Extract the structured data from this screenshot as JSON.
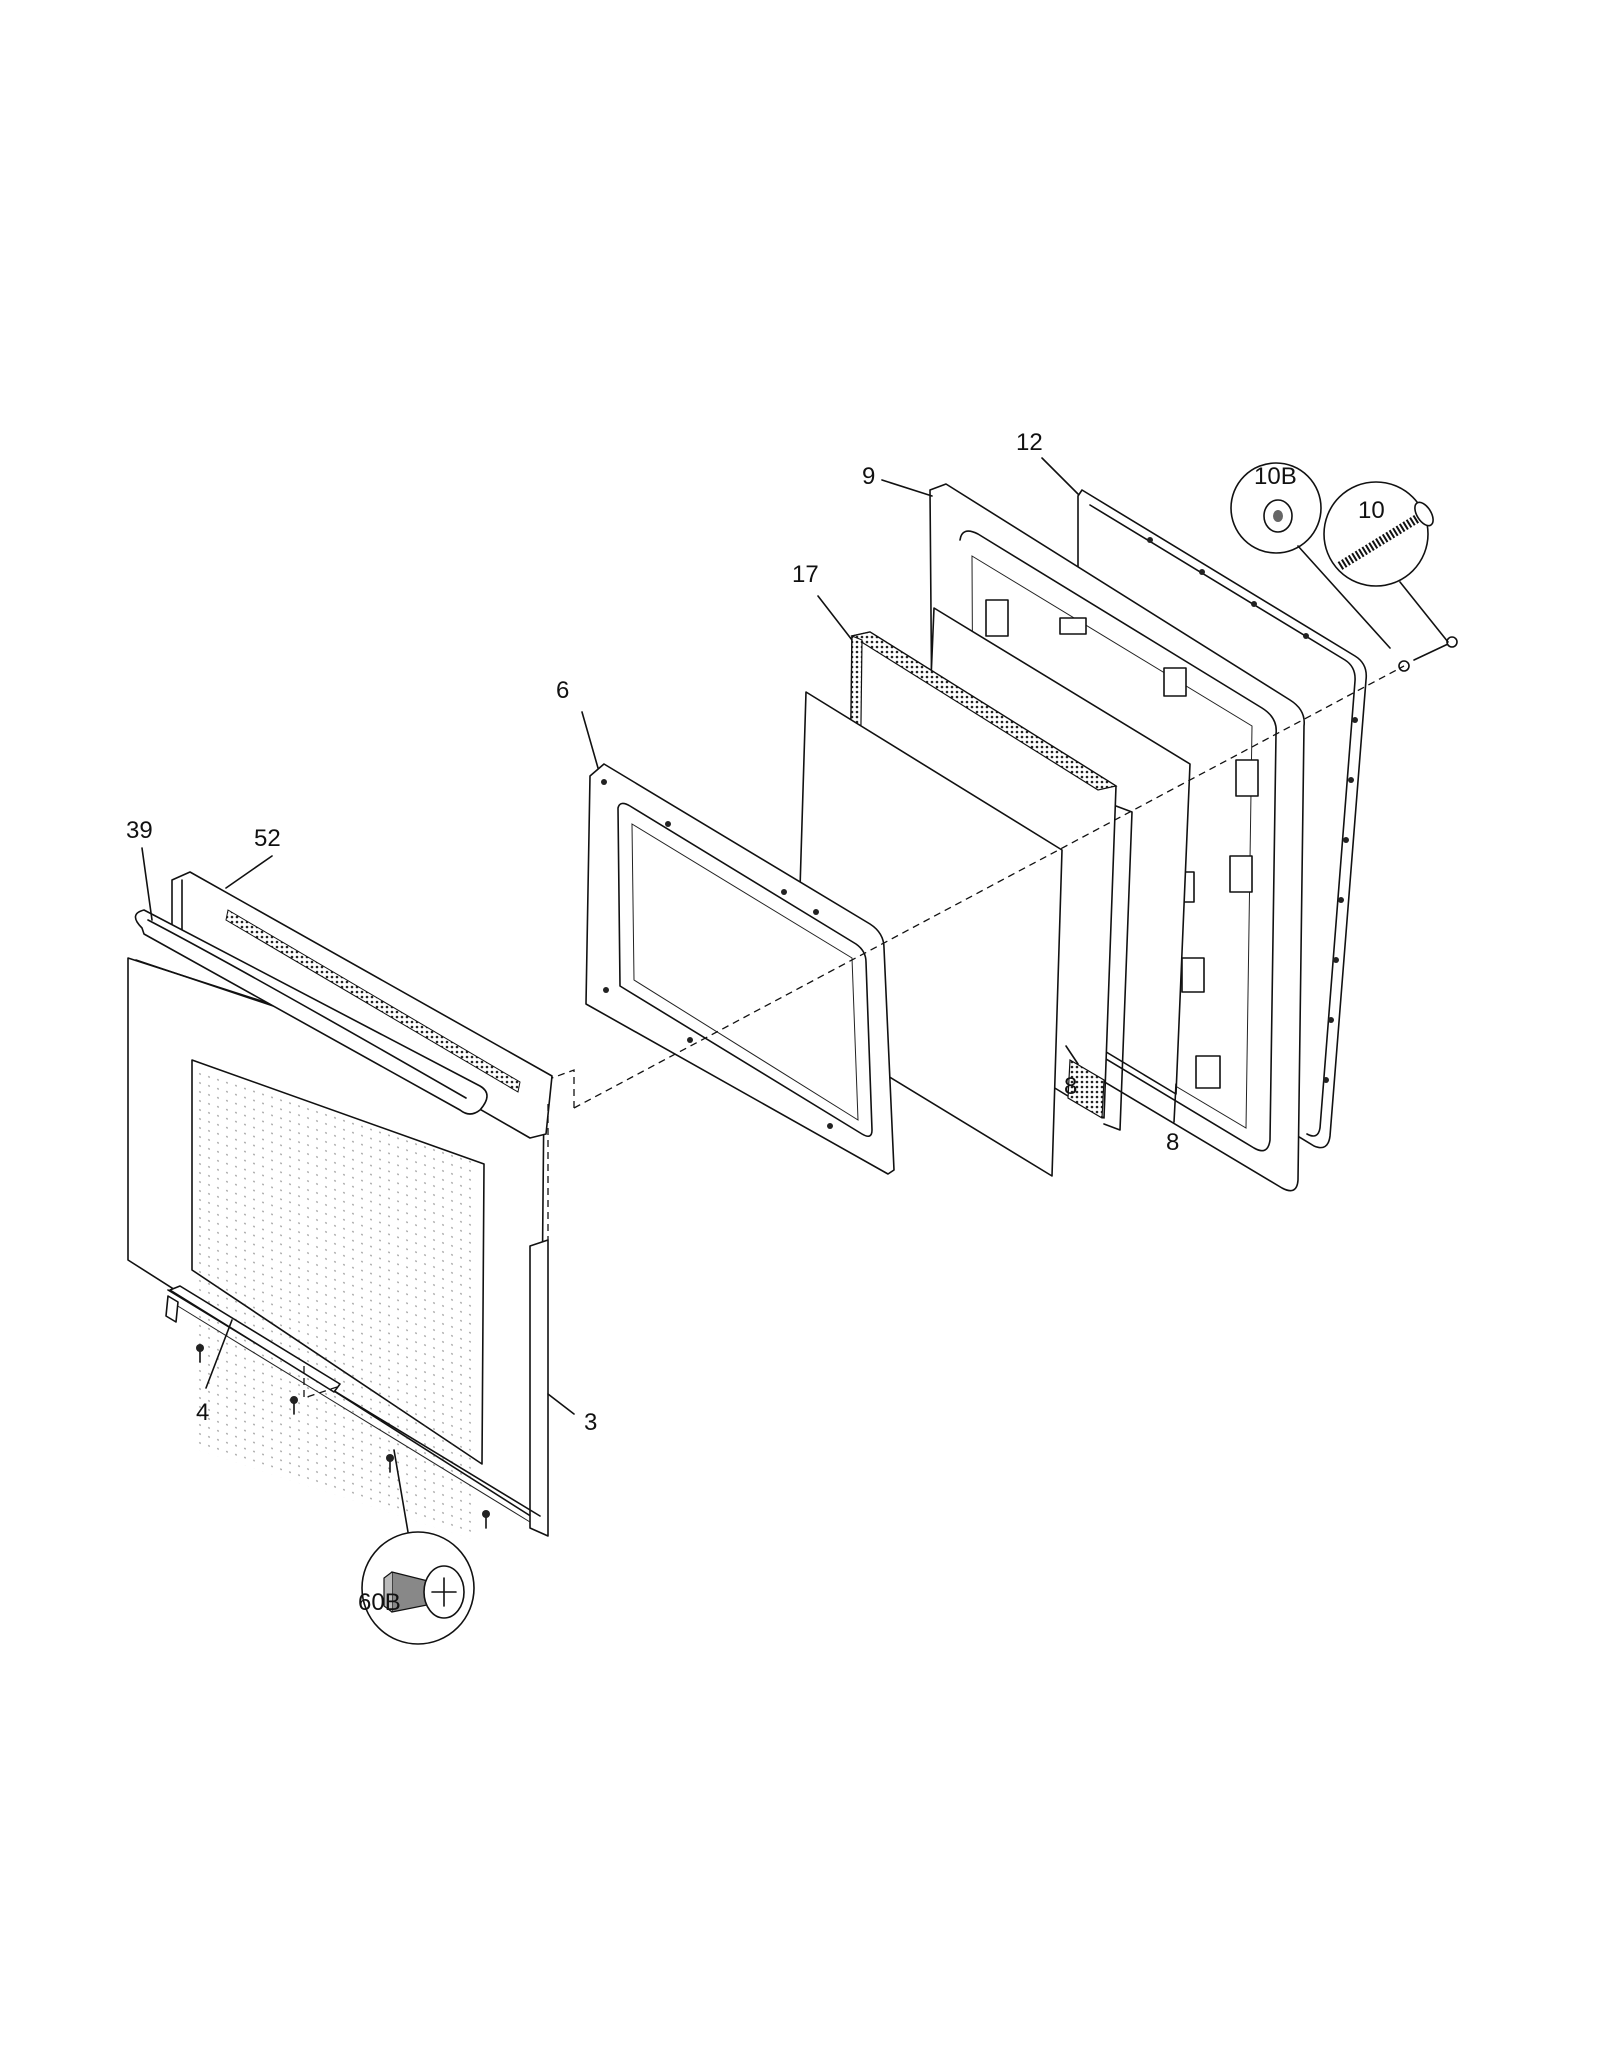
{
  "callouts": {
    "c39": "39",
    "c52": "52",
    "c6": "6",
    "c17": "17",
    "c9": "9",
    "c12": "12",
    "c10b": "10B",
    "c10": "10",
    "c8a": "8",
    "c8b": "8",
    "c4": "4",
    "c3": "3",
    "c60b": "60B"
  }
}
